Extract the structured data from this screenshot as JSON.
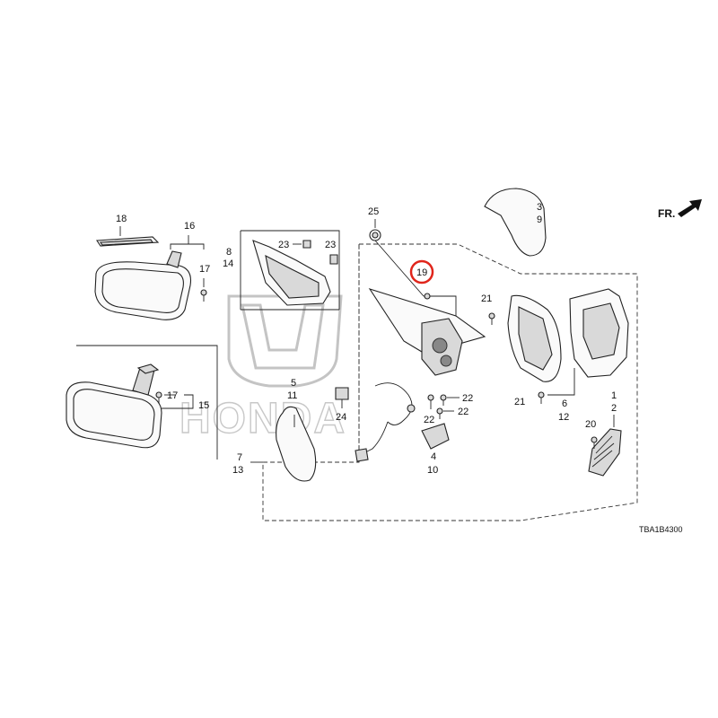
{
  "diagram": {
    "watermark_text": "HONDA",
    "direction_label": "FR.",
    "diagram_code": "TBA1B4300",
    "highlighted_callout": "19",
    "highlight_color": "#e0251b",
    "callouts": {
      "c18": "18",
      "c16": "16",
      "c17a": "17",
      "c8": "8",
      "c14": "14",
      "c23a": "23",
      "c23b": "23",
      "c25": "25",
      "c19": "19",
      "c3": "3",
      "c9": "9",
      "c21a": "21",
      "c17b": "17",
      "c15": "15",
      "c5": "5",
      "c11": "11",
      "c24": "24",
      "c22a": "22",
      "c22b": "22",
      "c22c": "22",
      "c4": "4",
      "c10": "10",
      "c21b": "21",
      "c6": "6",
      "c12": "12",
      "c1": "1",
      "c2": "2",
      "c20": "20",
      "c7": "7",
      "c13": "13"
    }
  }
}
